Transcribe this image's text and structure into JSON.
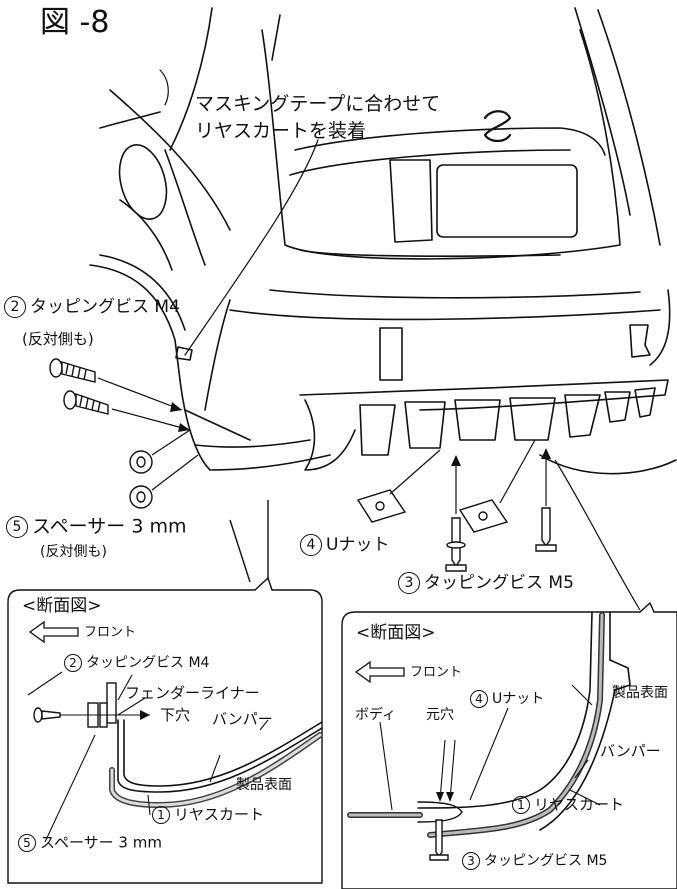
{
  "figure_title": "図 -8",
  "instruction": {
    "line1": "マスキングテープに合わせて",
    "line2": "リヤスカートを装着"
  },
  "main_labels": {
    "tapping_m4": {
      "num": "2",
      "text": "タッピングビス M4",
      "sub": "(反対側も)"
    },
    "spacer": {
      "num": "5",
      "text": "スペーサー 3 mm",
      "sub": "(反対側も)"
    },
    "u_nut": {
      "num": "4",
      "text": "Uナット"
    },
    "tapping_m5": {
      "num": "3",
      "text": "タッピングビス M5"
    }
  },
  "section_left": {
    "title": "<断面図>",
    "front": "フロント",
    "tapping_m4": {
      "num": "2",
      "text": "タッピングビス M4"
    },
    "fender_liner": "フェンダーライナー",
    "bumper": "バンパー",
    "lower_hole": "下穴",
    "product_surface": "製品表面",
    "rear_skirt": {
      "num": "1",
      "text": "リヤスカート"
    },
    "spacer": {
      "num": "5",
      "text": "スペーサー 3 mm"
    }
  },
  "section_right": {
    "title": "<断面図>",
    "front": "フロント",
    "u_nut": {
      "num": "4",
      "text": "Uナット"
    },
    "product_surface": "製品表面",
    "body": "ボディ",
    "original_hole": "元穴",
    "bumper": "バンパー",
    "rear_skirt": {
      "num": "1",
      "text": "リヤスカート"
    },
    "tapping_m5": {
      "num": "3",
      "text": "タッピングビス M5"
    }
  }
}
